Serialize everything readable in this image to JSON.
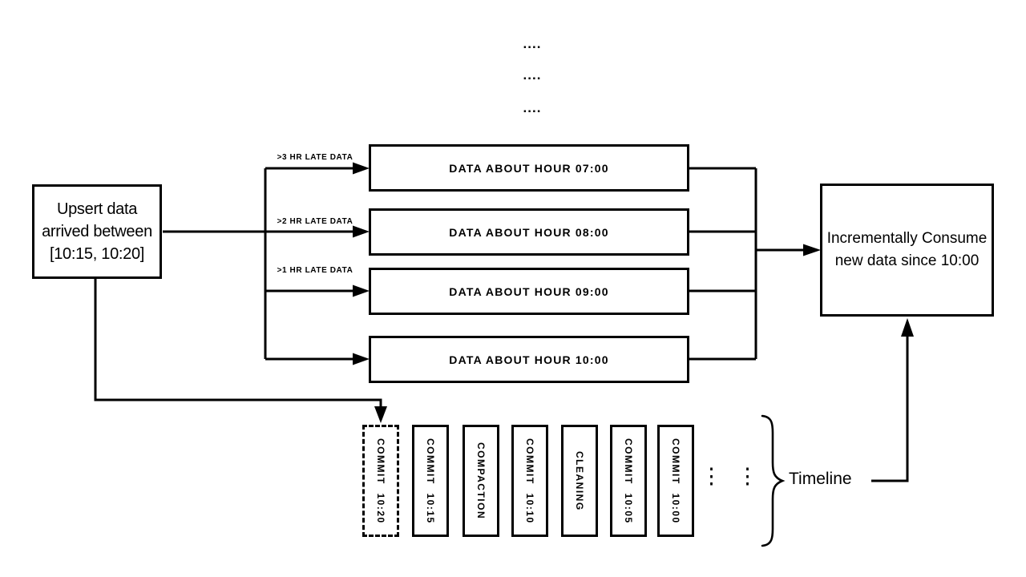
{
  "colors": {
    "ink": "#000000",
    "background": "#ffffff"
  },
  "upsert_box": {
    "lines": [
      "Upsert data",
      "arrived between",
      "[10:15, 10:20]"
    ]
  },
  "late_data_labels": [
    ">3 HR LATE DATA",
    ">2 HR LATE DATA",
    ">1 HR LATE DATA"
  ],
  "hour_boxes": [
    "DATA ABOUT HOUR 07:00",
    "DATA ABOUT HOUR 08:00",
    "DATA ABOUT HOUR 09:00",
    "DATA ABOUT HOUR 10:00"
  ],
  "consume_box": {
    "lines": [
      "Incrementally Consume",
      "new data since 10:00"
    ]
  },
  "timeline": {
    "label": "Timeline",
    "items": [
      {
        "label": "COMMIT 10:20",
        "border": "dashed"
      },
      {
        "label": "COMMIT 10:15",
        "border": "solid"
      },
      {
        "label": "COMPACTION",
        "border": "solid"
      },
      {
        "label": "COMMIT 10:10",
        "border": "solid"
      },
      {
        "label": "CLEANING",
        "border": "solid"
      },
      {
        "label": "COMMIT 10:05",
        "border": "solid"
      },
      {
        "label": "COMMIT 10:00",
        "border": "solid"
      }
    ],
    "ellipsis": "⋮"
  },
  "top_continuation_dots": [
    "....",
    "....",
    "...."
  ]
}
